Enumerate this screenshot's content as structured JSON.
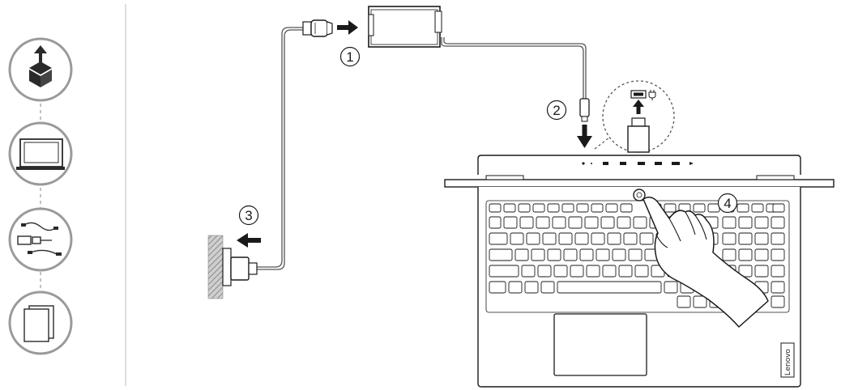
{
  "steps": [
    {
      "number": "1"
    },
    {
      "number": "2"
    },
    {
      "number": "3"
    },
    {
      "number": "4"
    }
  ],
  "sidebar": {
    "icons": [
      {
        "name": "unbox-icon"
      },
      {
        "name": "laptop-icon"
      },
      {
        "name": "cables-adapter-icon"
      },
      {
        "name": "documents-icon"
      }
    ]
  },
  "laptop": {
    "brand": "Lenovo"
  },
  "colors": {
    "line": "#1a1a1a",
    "icon_circle": "#9a9a9a",
    "fill_light": "#f2f2f2",
    "keyboard_key": "#ffffff"
  }
}
